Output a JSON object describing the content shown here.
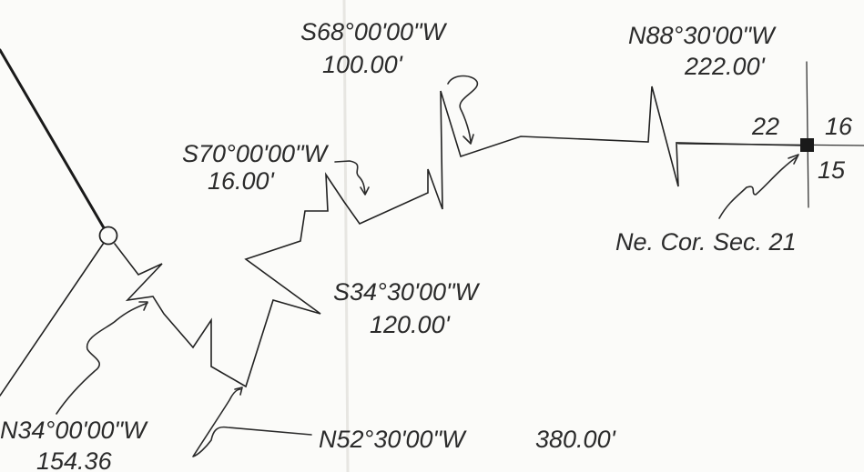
{
  "plat": {
    "calls": {
      "s68": {
        "bearing": "S68°00'00\"W",
        "distance": "100.00'"
      },
      "n88": {
        "bearing": "N88°30'00\"W",
        "distance": "222.00'"
      },
      "s70": {
        "bearing": "S70°00'00\"W",
        "distance": "16.00'"
      },
      "s34": {
        "bearing": "S34°30'00\"W",
        "distance": "120.00'"
      },
      "n34": {
        "bearing": "N34°00'00\"W",
        "distance": "154.36"
      },
      "n52": {
        "bearing": "N52°30'00\"W",
        "distance": "380.00'"
      }
    },
    "sections": {
      "nw": "22",
      "ne": "16",
      "se": "15"
    },
    "corner_label": "Ne. Cor. Sec. 21"
  },
  "colors": {
    "ink": "#222222",
    "paper": "#fbfbf9"
  }
}
